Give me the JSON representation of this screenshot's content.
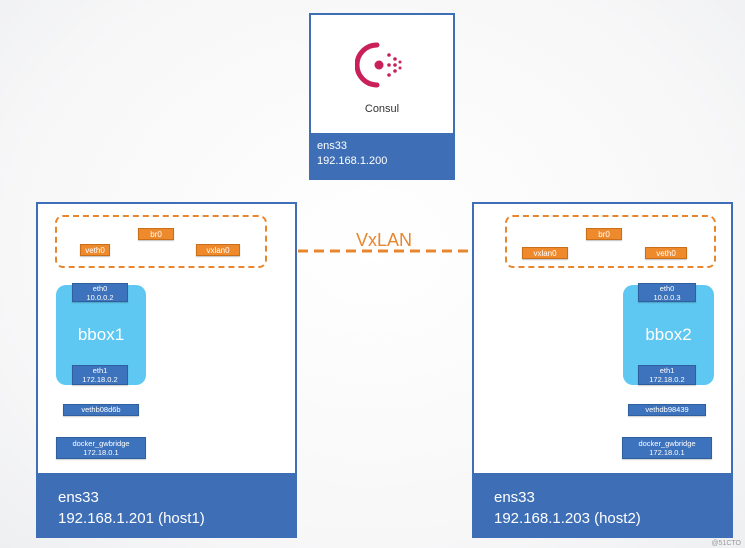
{
  "consul": {
    "logo_text": "Consul",
    "iface": "ens33",
    "ip": "192.168.1.200"
  },
  "vxlan_label": "VxLAN",
  "hosts": [
    {
      "iface": "ens33",
      "ip_line": "192.168.1.201  (host1)",
      "br": "br0",
      "veth": "veth0",
      "vxlan": "vxlan0",
      "eth0_name": "eth0",
      "eth0_ip": "10.0.0.2",
      "container": "bbox1",
      "eth1_name": "eth1",
      "eth1_ip": "172.18.0.2",
      "vethpair": "vethb08d6b",
      "gw_name": "docker_gwbridge",
      "gw_ip": "172.18.0.1"
    },
    {
      "iface": "ens33",
      "ip_line": "192.168.1.203  (host2)",
      "br": "br0",
      "veth": "veth0",
      "vxlan": "vxlan0",
      "eth0_name": "eth0",
      "eth0_ip": "10.0.0.3",
      "container": "bbox2",
      "eth1_name": "eth1",
      "eth1_ip": "172.18.0.2",
      "vethpair": "vethdb98439",
      "gw_name": "docker_gwbridge",
      "gw_ip": "172.18.0.1"
    }
  ],
  "watermark": "@51CTO",
  "colors": {
    "host_blue": "#3e6fb6",
    "orange": "#ee8a2c",
    "container_cyan": "#5ec8f2",
    "consul_purple": "#c9205a"
  }
}
